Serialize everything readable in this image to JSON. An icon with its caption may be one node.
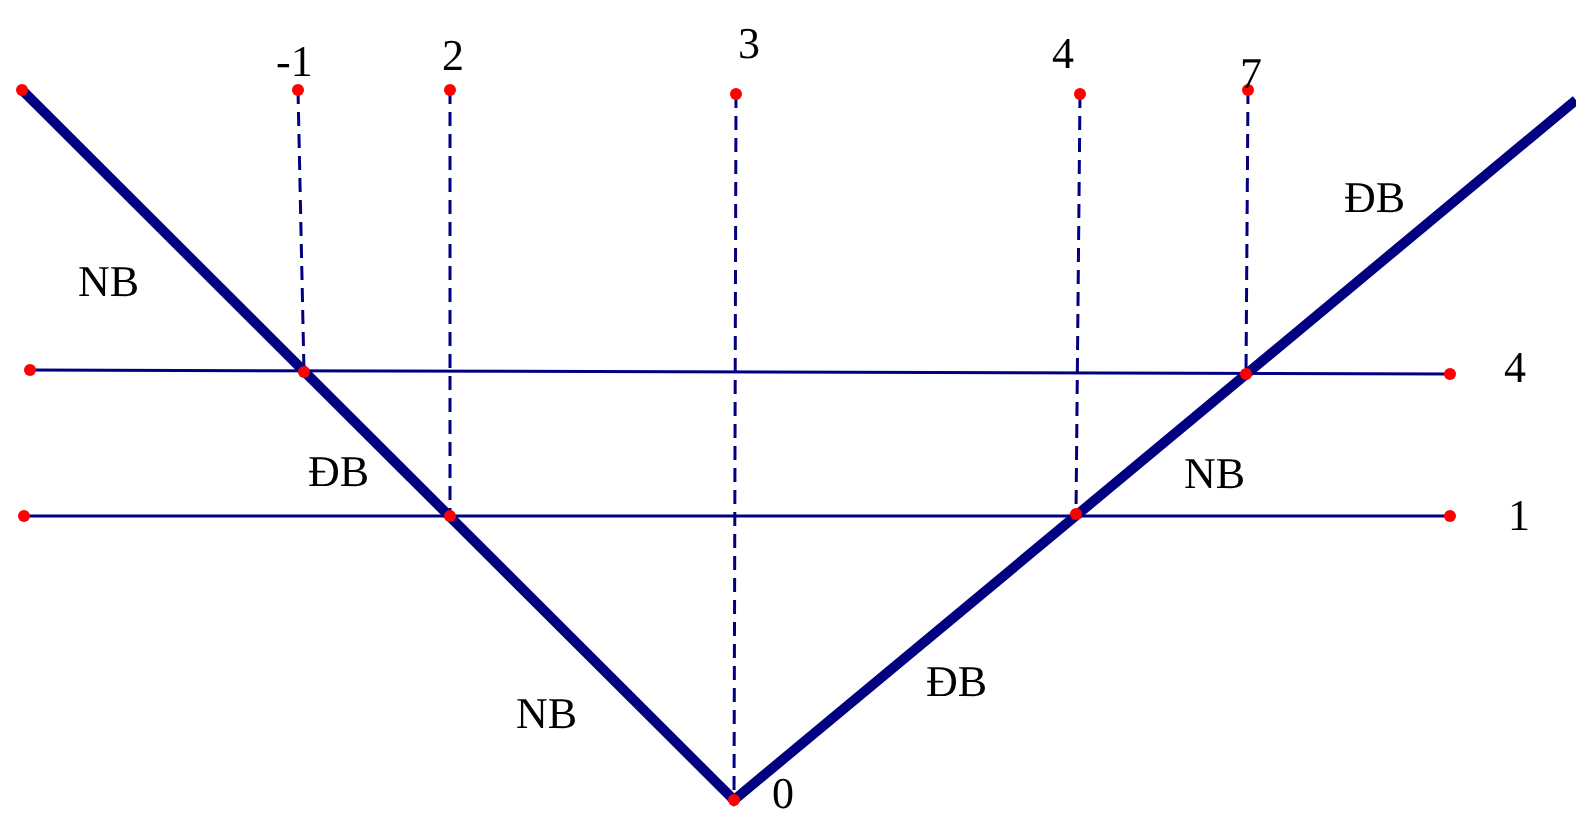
{
  "diagram": {
    "labels": [
      "-1",
      "2",
      "3",
      "4",
      "7",
      "ĐB",
      "NB",
      "4",
      "ĐB",
      "NB",
      "1",
      "NB",
      "ĐB",
      "0"
    ]
  }
}
